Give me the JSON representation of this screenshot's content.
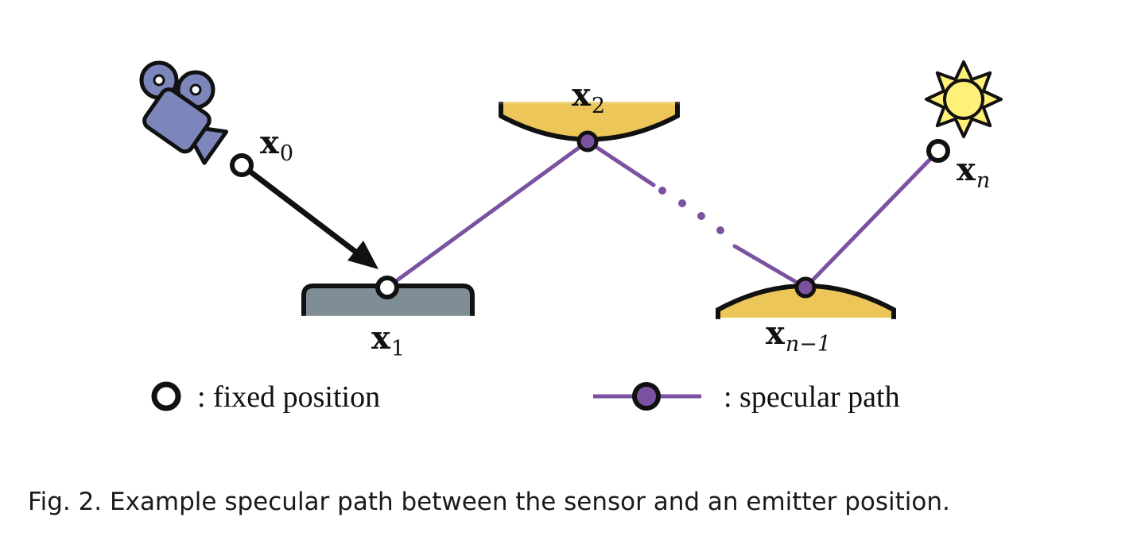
{
  "vertices": {
    "x0": {
      "base": "x",
      "sub": "0"
    },
    "x1": {
      "base": "x",
      "sub": "1"
    },
    "x2": {
      "base": "x",
      "sub": "2"
    },
    "xn1": {
      "base": "x",
      "sub": "n−1"
    },
    "xn": {
      "base": "x",
      "sub": "n"
    }
  },
  "legend": {
    "fixed_label": ": fixed position",
    "specular_label": ": specular path"
  },
  "caption": "Fig. 2.  Example specular path between the sensor and an emitter position.",
  "colors": {
    "specular_path": "#7b52a1",
    "specular_vertex_fill": "#7b52a1",
    "fixed_vertex_fill": "#ffffff",
    "diffuse_surface": "#7f8e96",
    "specular_surface": "#ecc659",
    "camera": "#7d86bb",
    "sun": "#fff07a",
    "outline": "#111111"
  },
  "icons": {
    "camera": "video-camera-icon",
    "sun": "sun-icon"
  }
}
